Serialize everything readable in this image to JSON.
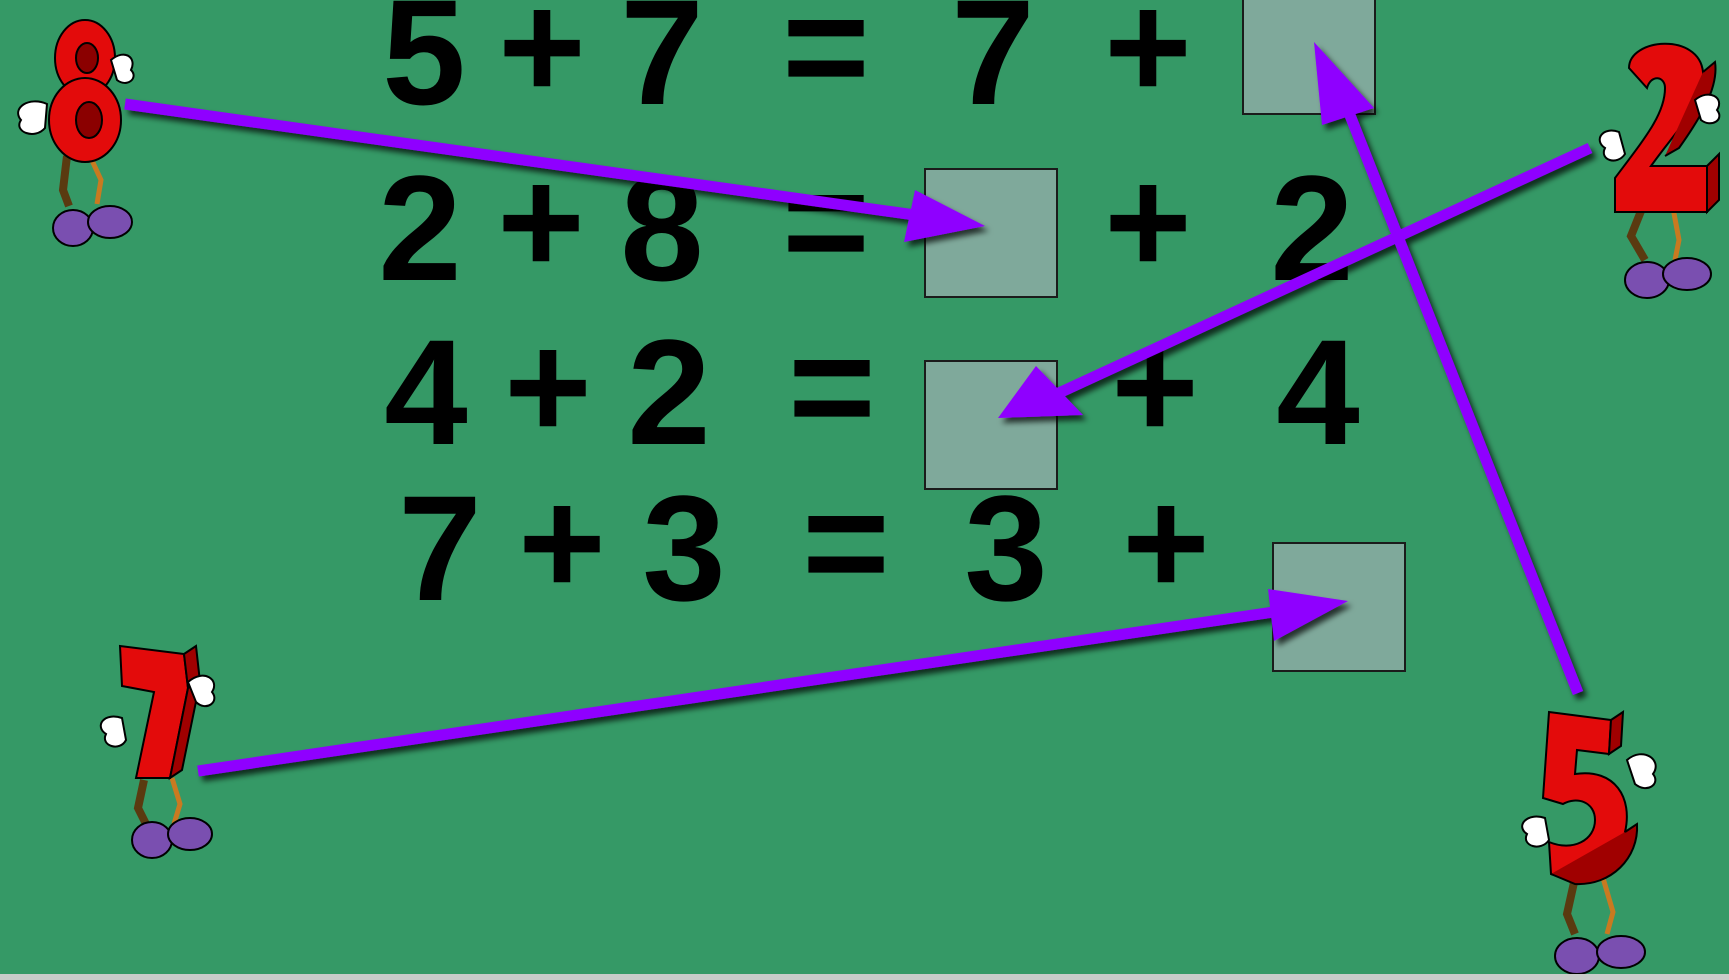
{
  "equations": [
    {
      "a": "5",
      "op1": "+",
      "b": "7",
      "eq": "=",
      "c": "7",
      "op2": "+"
    },
    {
      "a": "2",
      "op1": "+",
      "b": "8",
      "eq": "=",
      "op2": "+",
      "d": "2"
    },
    {
      "a": "4",
      "op1": "+",
      "b": "2",
      "eq": "=",
      "op2": "+",
      "d": "4"
    },
    {
      "a": "7",
      "op1": "+",
      "b": "3",
      "eq": "=",
      "c": "3",
      "op2": "+"
    }
  ],
  "characters": [
    {
      "digit": "8",
      "icon": "number-eight-character-icon"
    },
    {
      "digit": "2",
      "icon": "number-two-character-icon"
    },
    {
      "digit": "7",
      "icon": "number-seven-character-icon"
    },
    {
      "digit": "5",
      "icon": "number-five-character-icon"
    }
  ],
  "colors": {
    "background": "#359966",
    "answer_box": "#7fa99b",
    "arrow": "#8f00ff",
    "character_red": "#e30b0b",
    "shoe_purple": "#7a4fb0"
  }
}
